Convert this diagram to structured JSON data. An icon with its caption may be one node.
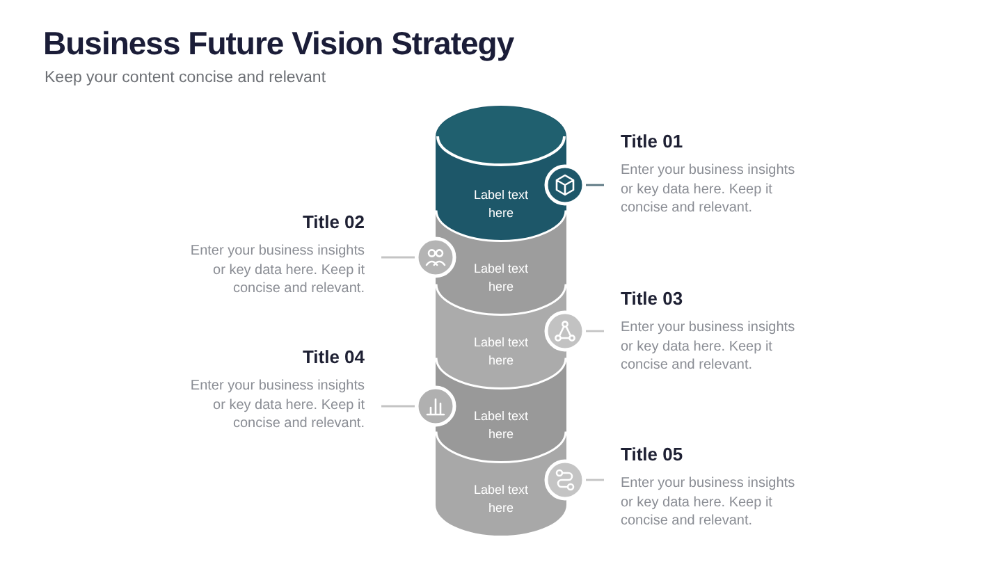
{
  "diagram": {
    "title": "Business Future Vision Strategy",
    "nodes": [
      {
        "text": [
          "Label text here"
        ]
      },
      {
        "text": [],
        "shape": "circle"
      },
      {
        "text": [
          "Title 01",
          "Enter your business insights or key data here. Keep it concise and relevant."
        ]
      },
      {
        "text": [
          "Label text here"
        ]
      },
      {
        "text": [],
        "shape": "circle"
      },
      {
        "text": [
          "Title 02",
          "Enter your business insights or key data here. Keep it concise and relevant."
        ]
      },
      {
        "text": [
          "Label text here"
        ]
      },
      {
        "text": [],
        "shape": "circle"
      },
      {
        "text": [
          "Title 03",
          "Enter your business insights or key data here. Keep it concise and relevant."
        ]
      },
      {
        "text": [
          "Label text here"
        ]
      },
      {
        "text": [],
        "shape": "circle"
      },
      {
        "text": [
          "Title 04",
          "Enter your business insights or key data here. Keep it concise and relevant."
        ]
      },
      {
        "text": [
          "Label text here"
        ]
      },
      {
        "text": [],
        "shape": "circle"
      },
      {
        "text": [
          "Title 05",
          "Enter your business insights or key data here. Keep it concise and relevant."
        ]
      }
    ],
    "edges": [
      {
        "from": 1,
        "to": 2,
        "arrow": "none",
        "color": "#5b7782"
      },
      {
        "from": 4,
        "to": 5,
        "arrow": "none"
      },
      {
        "from": 7,
        "to": 8,
        "arrow": "none"
      },
      {
        "from": 10,
        "to": 11,
        "arrow": "none"
      },
      {
        "from": 13,
        "to": 14,
        "arrow": "none"
      }
    ],
    "labels": [
      "Keep your content concise and relevant"
    ]
  }
}
